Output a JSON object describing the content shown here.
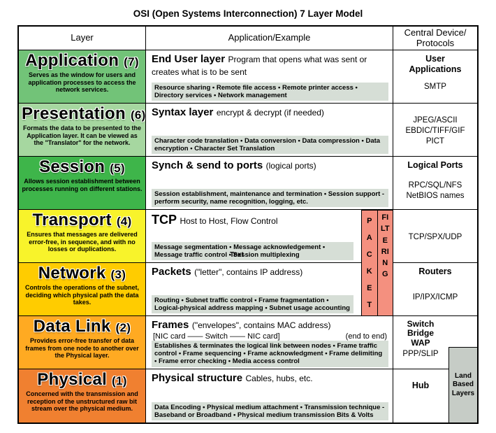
{
  "title": "OSI (Open Systems Interconnection) 7 Layer Model",
  "header": {
    "layer": "Layer",
    "example": "Application/Example",
    "central": "Central Device/\nProtocols"
  },
  "colors": {
    "application": "#72c378",
    "presentation": "#a6d7a0",
    "session": "#3eb54a",
    "transport": "#f8f32b",
    "network": "#ffcc00",
    "data_link": "#ffaa22",
    "physical": "#f08030",
    "details_bg": "#d6ded6",
    "packet_strip": "#f4907f",
    "land_strip": "#c6ccc6"
  },
  "layers": [
    {
      "name": "Application",
      "number": "(7)",
      "description": "Serves as the window for users and application processes to access the network services.",
      "example_title": "End User layer",
      "example_subtitle": "Program that opens what was sent or creates what is to be sent",
      "details": "Resource sharing • Remote file access • Remote printer access • Directory services • Network management",
      "device": "User\nApplications",
      "protocols": "SMTP"
    },
    {
      "name": "Presentation",
      "number": "(6)",
      "description": "Formats the data to be presented to the Application layer. It can be viewed as the \"Translator\" for the network.",
      "example_title": "Syntax layer",
      "example_subtitle": "encrypt & decrypt (if needed)",
      "details": "Character code translation • Data conversion • Data compression • Data encryption • ",
      "details_bold": "Character Set Translation",
      "device": "",
      "protocols": "JPEG/ASCII\nEBDIC/TIFF/GIF\nPICT"
    },
    {
      "name": "Session",
      "number": "(5)",
      "description": "Allows session establishment between processes running on different stations.",
      "example_title": "Synch & send to ports",
      "example_subtitle": "(logical ports)",
      "details": "Session establishment, maintenance and termination • Session support - perform security, name recognition, logging, etc.",
      "device": "Logical Ports",
      "protocols": "RPC/SQL/NFS\nNetBIOS names"
    },
    {
      "name": "Transport",
      "number": "(4)",
      "description": "Ensures that messages are delivered error-free, in sequence, and with no losses or duplications.",
      "example_title": "TCP",
      "example_subtitle": "Host to Host, Flow Control",
      "details": "Message segmentation • Message acknowledgement • Message traffic control • Session multiplexing",
      "artifact": "Text",
      "device": "",
      "protocols": "TCP/SPX/UDP"
    },
    {
      "name": "Network",
      "number": "(3)",
      "description": "Controls the operations of the subnet, deciding which physical path the data takes.",
      "example_title": "Packets",
      "example_subtitle": "(\"letter\", contains IP address)",
      "details": "Routing • Subnet traffic control • Frame fragmentation • Logical-physical address mapping • Subnet usage accounting",
      "device": "Routers",
      "protocols": "IP/IPX/ICMP"
    },
    {
      "name": "Data Link",
      "number": "(2)",
      "description": "Provides error-free transfer of data frames from one node to another over the Physical layer.",
      "example_title": "Frames",
      "example_subtitle": "(\"envelopes\", contains MAC address)",
      "example_line2": "[NIC card —— Switch —— NIC card]",
      "example_line2_right": "(end to end)",
      "details": "Establishes & terminates the logical link between nodes • Frame traffic control • Frame sequencing • Frame acknowledgment • Frame delimiting • Frame error checking • Media access control",
      "device": "Switch\nBridge\nWAP",
      "protocols": "PPP/SLIP"
    },
    {
      "name": "Physical",
      "number": "(1)",
      "description": "Concerned with the transmission and reception of the unstructured raw bit stream over the physical medium.",
      "example_title": "Physical structure",
      "example_subtitle": "Cables, hubs, etc.",
      "details": "Data Encoding • Physical medium attachment • Transmission technique - Baseband or Broadband • Physical medium transmission Bits & Volts",
      "device": "Hub",
      "protocols": ""
    }
  ],
  "overlays": {
    "packet": "PACKET",
    "filtering": "FILTERING",
    "land_based": "Land Based Layers"
  }
}
